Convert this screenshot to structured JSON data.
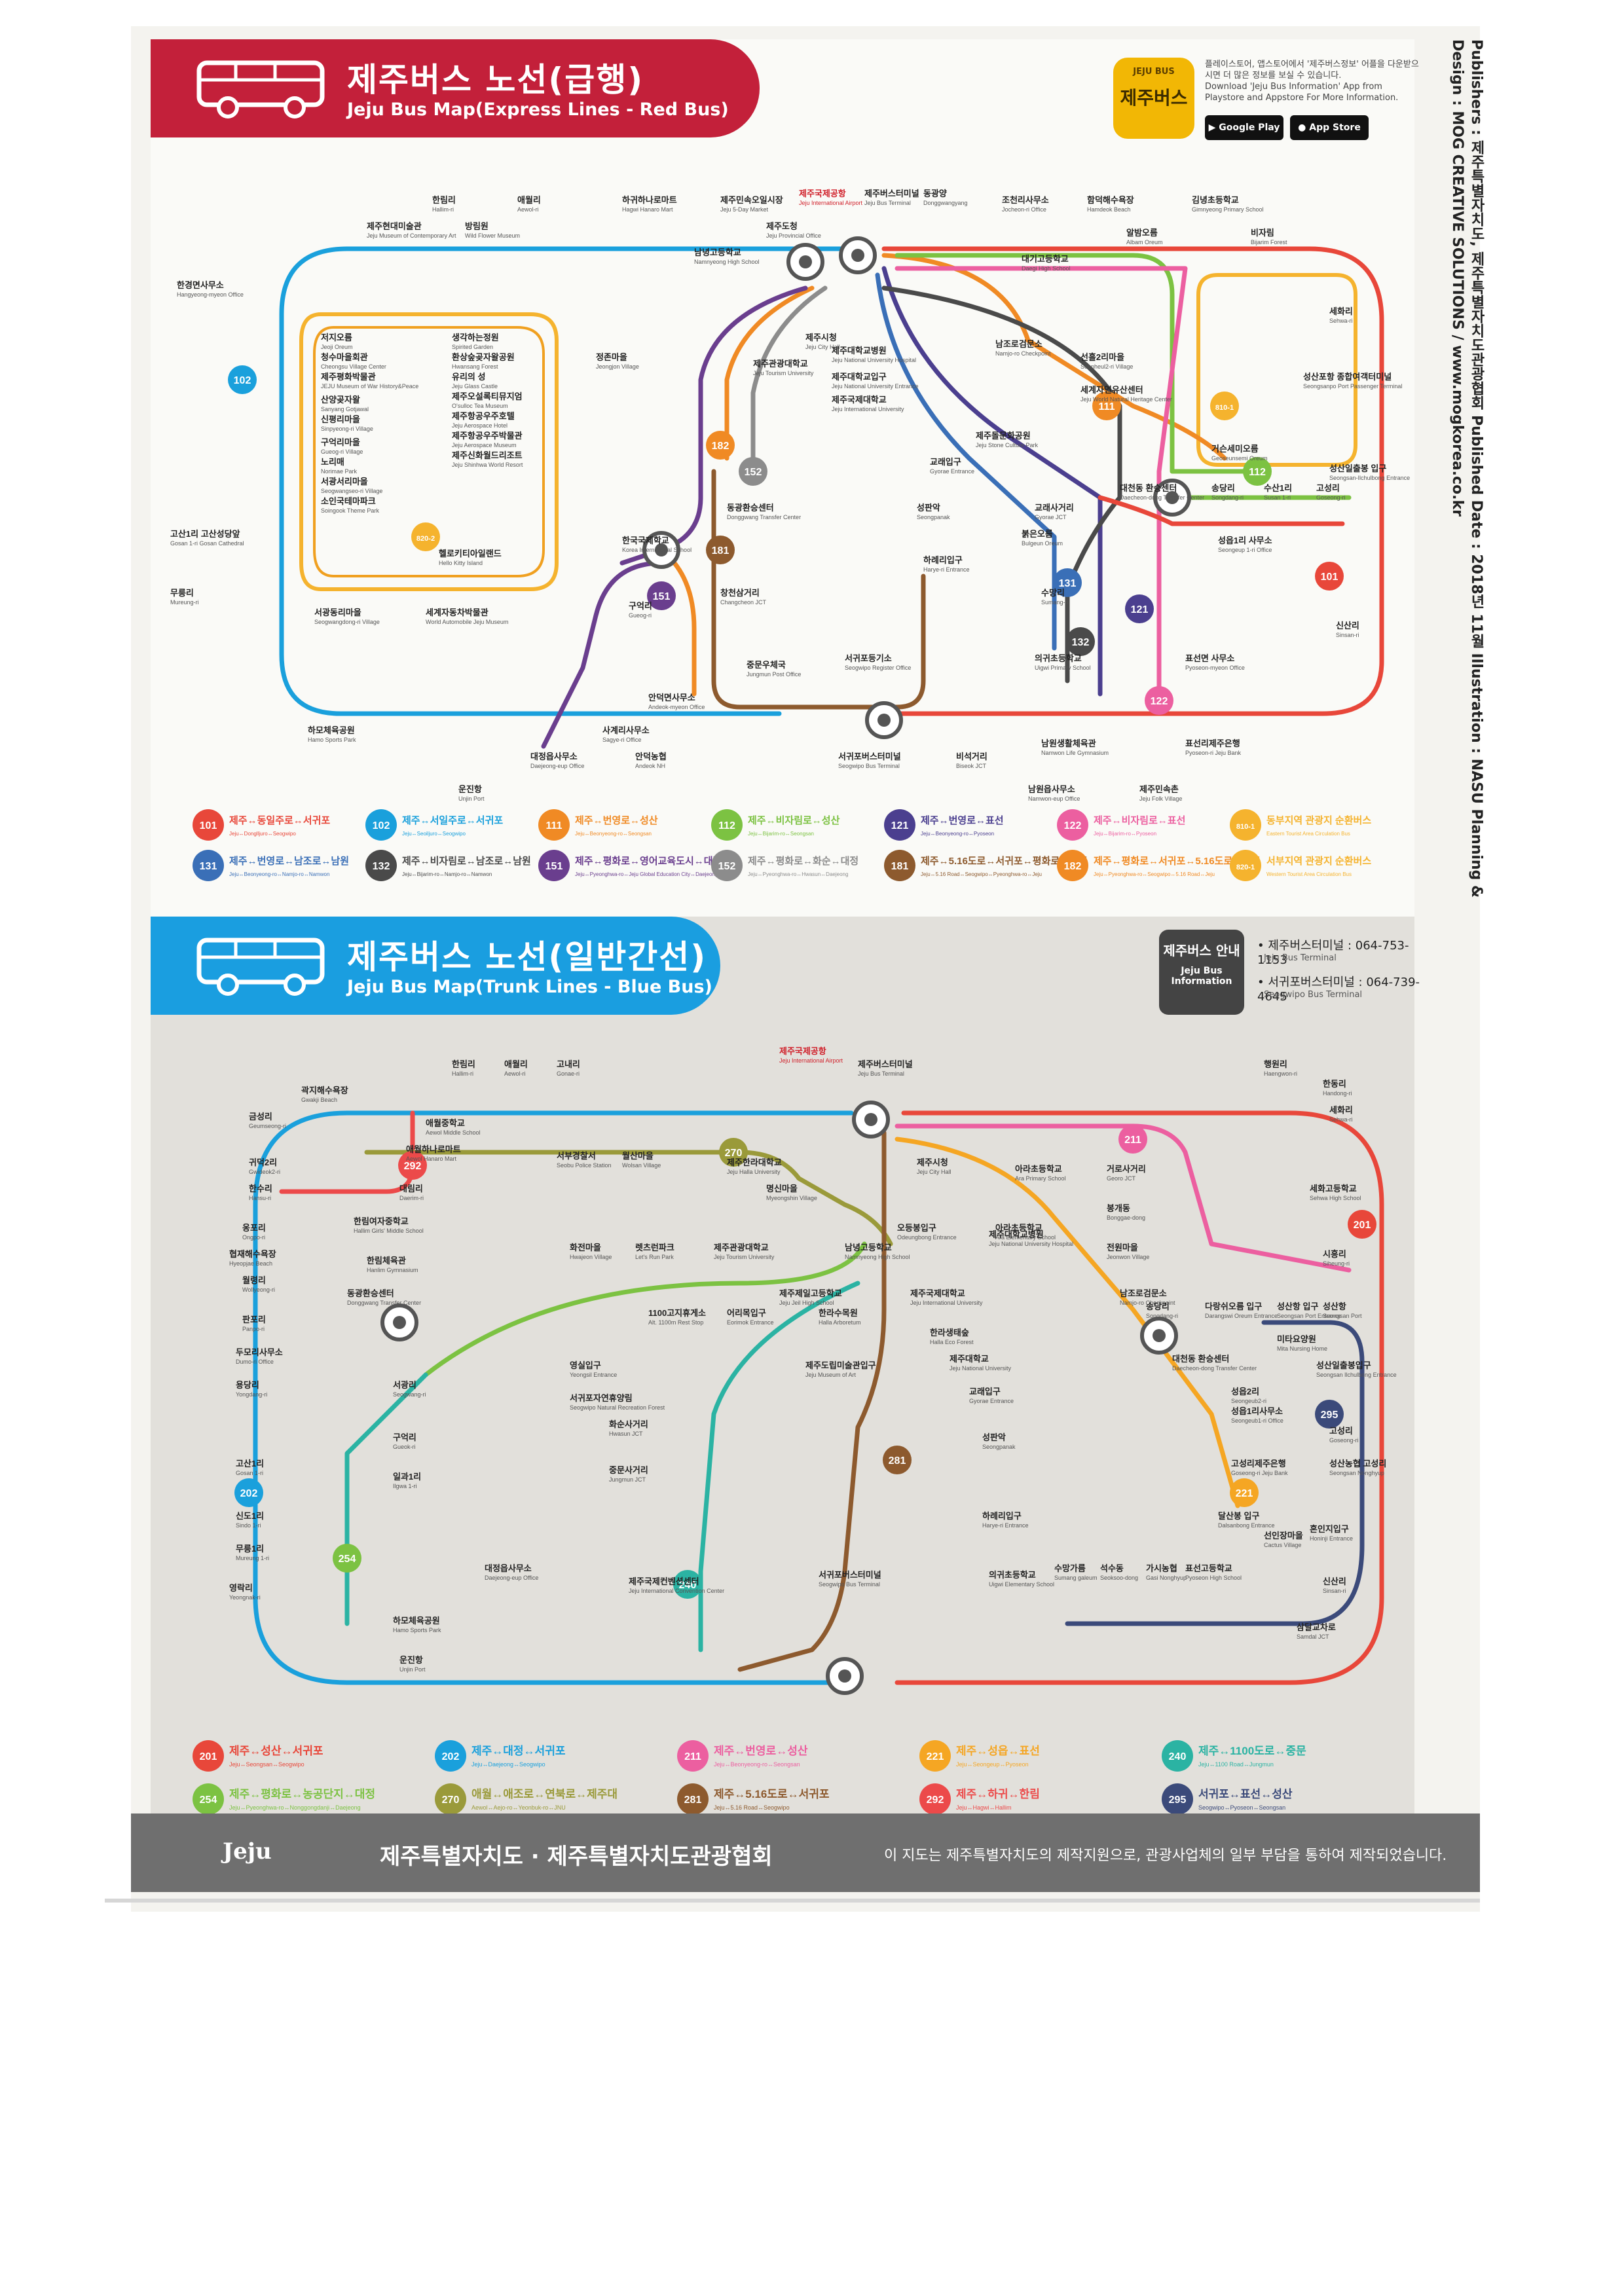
{
  "header_express": {
    "title_ko": "제주버스 노선(급행)",
    "title_en": "Jeju Bus Map(Express Lines - Red Bus)"
  },
  "app": {
    "icon_small": "JEJU BUS",
    "icon_big": "제주버스",
    "desc_ko": "플레이스토어, 앱스토어에서 '제주버스정보' 어플을 다운받으시면 더 많은 정보를 보실 수 있습니다.",
    "desc_en": "Download 'Jeju Bus Information' App from Playstore and Appstore For More Information.",
    "google": "Google Play",
    "apple": "App Store"
  },
  "side_text": "Publishers : 제주특별자치도, 제주특별자치도관광협회   Published Date : 2018년 11월   Illustration : NASU   Planning & Design : MOG CREATIVE SOLUTIONS / www.mogkorea.co.kr",
  "header_trunk": {
    "title_ko": "제주버스 노선(일반간선)",
    "title_en": "Jeju Bus Map(Trunk Lines - Blue Bus)"
  },
  "bus_info": {
    "badge_ko": "제주버스 안내",
    "badge_en": "Jeju Bus Information",
    "line1": "• 제주버스터미널 : 064-753-1153",
    "line1_en": "Jeju Bus Terminal",
    "line2": "• 서귀포버스터미널 : 064-739-4645",
    "line2_en": "Seogwipo Bus Terminal"
  },
  "express_stops": [
    {
      "ko": "한림리",
      "en": "Hallim-ri"
    },
    {
      "ko": "애월리",
      "en": "Aewol-ri"
    },
    {
      "ko": "하귀하나로마트",
      "en": "Hagwi Hanaro Mart"
    },
    {
      "ko": "제주민속오일시장",
      "en": "Jeju 5-Day Market"
    },
    {
      "ko": "제주국제공항",
      "en": "Jeju International Airport"
    },
    {
      "ko": "제주버스터미널",
      "en": "Jeju Bus Terminal"
    },
    {
      "ko": "동광양",
      "en": "Donggwangyang"
    },
    {
      "ko": "조천리사무소",
      "en": "Jocheon-ri Office"
    },
    {
      "ko": "함덕해수욕장",
      "en": "Hamdeok Beach"
    },
    {
      "ko": "김녕초등학교",
      "en": "Gimnyeong Primary School"
    },
    {
      "ko": "제주현대미술관",
      "en": "Jeju Museum of Contemporary Art"
    },
    {
      "ko": "방림원",
      "en": "Wild Flower Museum"
    },
    {
      "ko": "제주도청",
      "en": "Jeju Provincial Office"
    },
    {
      "ko": "남녕고등학교",
      "en": "Namnyeong High School"
    },
    {
      "ko": "대기고등학교",
      "en": "Daegi High School"
    },
    {
      "ko": "알밤오름",
      "en": "Albam Oreum"
    },
    {
      "ko": "비자림",
      "en": "Bijarim Forest"
    },
    {
      "ko": "한경면사무소",
      "en": "Hangyeong-myeon Office"
    },
    {
      "ko": "저지오름",
      "en": "Jeoji Oreum"
    },
    {
      "ko": "청수마을회관",
      "en": "Cheongsu Village Center"
    },
    {
      "ko": "제주평화박물관",
      "en": "JEJU Museum of War History&Peace"
    },
    {
      "ko": "산양곶자왈",
      "en": "Sanyang Gotjawal"
    },
    {
      "ko": "신평리마을",
      "en": "Sinpyeong-ri Village"
    },
    {
      "ko": "구억리마을",
      "en": "Gueog-ri Village"
    },
    {
      "ko": "노리매",
      "en": "Norimae Park"
    },
    {
      "ko": "서광서리마을",
      "en": "Seogwangseo-ri Village"
    },
    {
      "ko": "소인국테마파크",
      "en": "Soingook Theme Park"
    },
    {
      "ko": "생각하는정원",
      "en": "Spirited Garden"
    },
    {
      "ko": "환상숲곶자왈공원",
      "en": "Hwansang Forest"
    },
    {
      "ko": "유리의 성",
      "en": "Jeju Glass Castle"
    },
    {
      "ko": "제주오설록티뮤지엄",
      "en": "O'sulloc Tea Museum"
    },
    {
      "ko": "제주항공우주호텔",
      "en": "Jeju Aerospace Hotel"
    },
    {
      "ko": "제주항공우주박물관",
      "en": "Jeju Aerospace Museum"
    },
    {
      "ko": "제주신화월드리조트",
      "en": "Jeju Shinhwa World Resort"
    },
    {
      "ko": "헬로키티아일랜드",
      "en": "Hello Kitty Island"
    },
    {
      "ko": "정존마을",
      "en": "Jeongjon Village"
    },
    {
      "ko": "제주관광대학교",
      "en": "Jeju Tourism University"
    },
    {
      "ko": "제주시청",
      "en": "Jeju City Hall"
    },
    {
      "ko": "제주대학교병원",
      "en": "Jeju National University Hospital"
    },
    {
      "ko": "제주대학교입구",
      "en": "Jeju National University Entrance"
    },
    {
      "ko": "제주국제대학교",
      "en": "Jeju International University"
    },
    {
      "ko": "남조로검문소",
      "en": "Namjo-ro Checkpoint"
    },
    {
      "ko": "선흘2리마을",
      "en": "Seonheul2-ri Village"
    },
    {
      "ko": "세계자연유산센터",
      "en": "Jeju World Natural Heritage Center"
    },
    {
      "ko": "세화리",
      "en": "Sehwa-ri"
    },
    {
      "ko": "성산포항 종합여객터미널",
      "en": "Seongsanpo Port Passenger Terminal"
    },
    {
      "ko": "거슨세미오름",
      "en": "Geoseunsemi Oreum"
    },
    {
      "ko": "제주돌문화공원",
      "en": "Jeju Stone Culture Park"
    },
    {
      "ko": "교래입구",
      "en": "Gyorae Entrance"
    },
    {
      "ko": "동광환승센터",
      "en": "Donggwang Transfer Center"
    },
    {
      "ko": "대천동 환승센터",
      "en": "Daecheon-dong Transfer Center"
    },
    {
      "ko": "송당리",
      "en": "Songdang-ri"
    },
    {
      "ko": "수산1리",
      "en": "Susan 1-ri"
    },
    {
      "ko": "고성리",
      "en": "Goseong-ri"
    },
    {
      "ko": "성산일출봉 입구",
      "en": "Seongsan-Ilchulbong Entrance"
    },
    {
      "ko": "고산1리 고산성당앞",
      "en": "Gosan 1-ri Gosan Cathedral"
    },
    {
      "ko": "한국국제학교",
      "en": "Korea International School"
    },
    {
      "ko": "성판악",
      "en": "Seongpanak"
    },
    {
      "ko": "교래사거리",
      "en": "Gyorae JCT"
    },
    {
      "ko": "붉은오름",
      "en": "Bulgeun Oreum"
    },
    {
      "ko": "성읍1리 사무소",
      "en": "Seongeup 1-ri Office"
    },
    {
      "ko": "무릉리",
      "en": "Mureung-ri"
    },
    {
      "ko": "서광동리마을",
      "en": "Seogwangdong-ri Village"
    },
    {
      "ko": "세계자동차박물관",
      "en": "World Automobile Jeju Museum"
    },
    {
      "ko": "구억리",
      "en": "Gueog-ri"
    },
    {
      "ko": "창천삼거리",
      "en": "Changcheon JCT"
    },
    {
      "ko": "하례리입구",
      "en": "Harye-ri Entrance"
    },
    {
      "ko": "수망리",
      "en": "Sumang-ri"
    },
    {
      "ko": "신산리",
      "en": "Sinsan-ri"
    },
    {
      "ko": "중문우체국",
      "en": "Jungmun Post Office"
    },
    {
      "ko": "서귀포등기소",
      "en": "Seogwipo Register Office"
    },
    {
      "ko": "의귀초등학교",
      "en": "Uigwi Primary School"
    },
    {
      "ko": "표선면 사무소",
      "en": "Pyoseon-myeon Office"
    },
    {
      "ko": "안덕면사무소",
      "en": "Andeok-myeon Office"
    },
    {
      "ko": "하모체육공원",
      "en": "Hamo Sports Park"
    },
    {
      "ko": "사계리사무소",
      "en": "Sagye-ri Office"
    },
    {
      "ko": "대정읍사무소",
      "en": "Daejeong-eup Office"
    },
    {
      "ko": "안덕농협",
      "en": "Andeok NH"
    },
    {
      "ko": "서귀포버스터미널",
      "en": "Seogwipo Bus Terminal"
    },
    {
      "ko": "비석거리",
      "en": "Biseok JCT"
    },
    {
      "ko": "남원생활체육관",
      "en": "Namwon Life Gymnasium"
    },
    {
      "ko": "표선리제주은행",
      "en": "Pyoseon-ri Jeju Bank"
    },
    {
      "ko": "운진항",
      "en": "Unjin Port"
    },
    {
      "ko": "남원읍사무소",
      "en": "Namwon-eup Office"
    },
    {
      "ko": "제주민속촌",
      "en": "Jeju Folk Village"
    }
  ],
  "express_routes": [
    {
      "no": "101",
      "ko": "제주↔동일주로↔서귀포",
      "en": "Jeju↔Donglljuro↔Seogwipo",
      "color": "#e8473a"
    },
    {
      "no": "102",
      "ko": "제주↔서일주로↔서귀포",
      "en": "Jeju↔Seoiljuro↔Seogwipo",
      "color": "#1aa0dc"
    },
    {
      "no": "111",
      "ko": "제주↔번영로↔성산",
      "en": "Jeju↔Beonyeong-ro↔Seongsan",
      "color": "#f08a24"
    },
    {
      "no": "112",
      "ko": "제주↔비자림로↔성산",
      "en": "Jeju↔Bijarim-ro↔Seongsan",
      "color": "#7cc242"
    },
    {
      "no": "121",
      "ko": "제주↔번영로↔표선",
      "en": "Jeju↔Beonyeong-ro↔Pyoseon",
      "color": "#4b3f8f"
    },
    {
      "no": "122",
      "ko": "제주↔비자림로↔표선",
      "en": "Jeju↔Bijarim-ro↔Pyoseon",
      "color": "#ec5fa0"
    },
    {
      "no": "810-1",
      "ko": "동부지역 관광지 순환버스",
      "en": "Eastern Tourist Area Circulation Bus",
      "color": "#f5b32e"
    },
    {
      "no": "131",
      "ko": "제주↔번영로↔남조로↔남원",
      "en": "Jeju↔Beonyeong-ro↔Namjo-ro↔Namwon",
      "color": "#3a6fb7"
    },
    {
      "no": "132",
      "ko": "제주↔비자림로↔남조로↔남원",
      "en": "Jeju↔Bijarim-ro↔Namjo-ro↔Namwon",
      "color": "#4a4a4a"
    },
    {
      "no": "151",
      "ko": "제주↔평화로↔영어교육도시↔대정",
      "en": "Jeju↔Pyeonghwa-ro↔Jeju Global Education City↔Daejeong",
      "color": "#6a3e8e"
    },
    {
      "no": "152",
      "ko": "제주↔평화로↔화순↔대정",
      "en": "Jeju↔Pyeonghwa-ro↔Hwasun↔Daejeong",
      "color": "#8c8c8c"
    },
    {
      "no": "181",
      "ko": "제주↔5.16도로↔서귀포↔평화로↔제주",
      "en": "Jeju↔5.16 Road↔Seogwipo↔Pyeonghwa-ro↔Jeju",
      "color": "#8d5a2e"
    },
    {
      "no": "182",
      "ko": "제주↔평화로↔서귀포↔5.16도로↔제주",
      "en": "Jeju↔Pyeonghwa-ro↔Seogwipo↔5.16 Road↔Jeju",
      "color": "#f08a24"
    },
    {
      "no": "820-1",
      "ko": "서부지역 관광지 순환버스",
      "en": "Western Tourist Area Circulation Bus",
      "color": "#f5b32e"
    }
  ],
  "trunk_stops": [
    {
      "ko": "한림리",
      "en": "Hallim-ri"
    },
    {
      "ko": "애월리",
      "en": "Aewol-ri"
    },
    {
      "ko": "고내리",
      "en": "Gonae-ri"
    },
    {
      "ko": "제주버스터미널",
      "en": "Jeju Bus Terminal"
    },
    {
      "ko": "제주국제공항",
      "en": "Jeju International Airport"
    },
    {
      "ko": "행원리",
      "en": "Haengwon-ri"
    },
    {
      "ko": "한동리",
      "en": "Handong-ri"
    },
    {
      "ko": "세화리",
      "en": "Sehwa-ri"
    },
    {
      "ko": "곽지해수욕장",
      "en": "Gwakji Beach"
    },
    {
      "ko": "금성리",
      "en": "Geumseong-ri"
    },
    {
      "ko": "애월중학교",
      "en": "Aewol Middle School"
    },
    {
      "ko": "애월하나로마트",
      "en": "Aewol Hanaro Mart"
    },
    {
      "ko": "서부경찰서",
      "en": "Seobu Police Station"
    },
    {
      "ko": "월산마을",
      "en": "Wolsan Village"
    },
    {
      "ko": "제주한라대학교",
      "en": "Jeju Halla University"
    },
    {
      "ko": "제주시청",
      "en": "Jeju City Hall"
    },
    {
      "ko": "아라초등학교",
      "en": "Ara Primary School"
    },
    {
      "ko": "거로사거리",
      "en": "Georo JCT"
    },
    {
      "ko": "귀덕2리",
      "en": "Gwideok2-ri"
    },
    {
      "ko": "한수리",
      "en": "Hansu-ri"
    },
    {
      "ko": "대림리",
      "en": "Daerim-ri"
    },
    {
      "ko": "명신마을",
      "en": "Myeongshin Village"
    },
    {
      "ko": "봉개동",
      "en": "Bonggae-dong"
    },
    {
      "ko": "세화고등학교",
      "en": "Sehwa High School"
    },
    {
      "ko": "한림여자중학교",
      "en": "Hallim Girls' Middle School"
    },
    {
      "ko": "옹포리",
      "en": "Ongpo-ri"
    },
    {
      "ko": "오등봉입구",
      "en": "Odeungbong Entrance"
    },
    {
      "ko": "아라초등학교",
      "en": "Ara Elementary School"
    },
    {
      "ko": "제주대학교병원",
      "en": "Jeju National University Hospital"
    },
    {
      "ko": "전원마을",
      "en": "Jeonwon Village"
    },
    {
      "ko": "협재해수욕장",
      "en": "Hyeopjae Beach"
    },
    {
      "ko": "한림체육관",
      "en": "Hanlim Gymnasium"
    },
    {
      "ko": "화전마을",
      "en": "Hwajeon Village"
    },
    {
      "ko": "렛츠런파크",
      "en": "Let's Run Park"
    },
    {
      "ko": "제주관광대학교",
      "en": "Jeju Tourism University"
    },
    {
      "ko": "남녕고등학교",
      "en": "Namnyeong High School"
    },
    {
      "ko": "시흥리",
      "en": "Siheung-ri"
    },
    {
      "ko": "월령리",
      "en": "Wollyeong-ri"
    },
    {
      "ko": "동광환승센터",
      "en": "Donggwang Transfer Center"
    },
    {
      "ko": "제주제일고등학교",
      "en": "Jeju Jeil High School"
    },
    {
      "ko": "제주국제대학교",
      "en": "Jeju International University"
    },
    {
      "ko": "남조로검문소",
      "en": "Namjo-ro Checkpoint"
    },
    {
      "ko": "송당리",
      "en": "Songdang-ri"
    },
    {
      "ko": "다랑쉬오름 입구",
      "en": "Darangswi Oreum Entrance"
    },
    {
      "ko": "성산항 입구",
      "en": "Seongsan Port Entrance"
    },
    {
      "ko": "성산항",
      "en": "Seongsan Port"
    },
    {
      "ko": "판포리",
      "en": "Panpo-ri"
    },
    {
      "ko": "1100고지휴게소",
      "en": "Alt. 1100m Rest Stop"
    },
    {
      "ko": "어리목입구",
      "en": "Eorimok Entrance"
    },
    {
      "ko": "한라수목원",
      "en": "Halla Arboretum"
    },
    {
      "ko": "한라생태숲",
      "en": "Halla Eco Forest"
    },
    {
      "ko": "제주대학교",
      "en": "Jeju National University"
    },
    {
      "ko": "대천동 환승센터",
      "en": "Daecheon-dong Transfer Center"
    },
    {
      "ko": "미타요양원",
      "en": "Mita Nursing Home"
    },
    {
      "ko": "두모리사무소",
      "en": "Dumo-ri Office"
    },
    {
      "ko": "영실입구",
      "en": "Yeongsil Entrance"
    },
    {
      "ko": "제주도립미술관입구",
      "en": "Jeju Museum of Art"
    },
    {
      "ko": "성산일출봉입구",
      "en": "Seongsan Ilchulbong Entrance"
    },
    {
      "ko": "용당리",
      "en": "Yongdang-ri"
    },
    {
      "ko": "서광리",
      "en": "Seogwang-ri"
    },
    {
      "ko": "서귀포자연휴양림",
      "en": "Seogwipo Natural Recreation Forest"
    },
    {
      "ko": "교래입구",
      "en": "Gyorae Entrance"
    },
    {
      "ko": "성읍2리",
      "en": "Seongeub2-ri"
    },
    {
      "ko": "성읍1리사무소",
      "en": "Seongeub1-ri Office"
    },
    {
      "ko": "구억리",
      "en": "Gueok-ri"
    },
    {
      "ko": "화순사거리",
      "en": "Hwasun JCT"
    },
    {
      "ko": "성판악",
      "en": "Seongpanak"
    },
    {
      "ko": "고성리",
      "en": "Goseong-ri"
    },
    {
      "ko": "성산농협 고성리",
      "en": "Seongsan Nonghyup"
    },
    {
      "ko": "고산1리",
      "en": "Gosan 1-ri"
    },
    {
      "ko": "일과1리",
      "en": "Ilgwa 1-ri"
    },
    {
      "ko": "중문사거리",
      "en": "Jungmun JCT"
    },
    {
      "ko": "고성리제주은행",
      "en": "Goseong-ri Jeju Bank"
    },
    {
      "ko": "신도1리",
      "en": "Sindo 1-ri"
    },
    {
      "ko": "하례리입구",
      "en": "Harye-ri Entrance"
    },
    {
      "ko": "달산봉 입구",
      "en": "Dalsanbong Entrance"
    },
    {
      "ko": "선인장마을",
      "en": "Cactus Village"
    },
    {
      "ko": "혼인지입구",
      "en": "Honinji Entrance"
    },
    {
      "ko": "무릉1리",
      "en": "Mureung 1-ri"
    },
    {
      "ko": "대정읍사무소",
      "en": "Daejeong-eup Office"
    },
    {
      "ko": "제주국제컨벤션센터",
      "en": "Jeju International Convention Center"
    },
    {
      "ko": "서귀포버스터미널",
      "en": "Seogwipo Bus Terminal"
    },
    {
      "ko": "의귀초등학교",
      "en": "Uigwi Elementary School"
    },
    {
      "ko": "수망가름",
      "en": "Sumang galeum"
    },
    {
      "ko": "석수동",
      "en": "Seoksoo-dong"
    },
    {
      "ko": "가시농협",
      "en": "Gasi Nonghyup"
    },
    {
      "ko": "표선고등학교",
      "en": "Pyoseon High School"
    },
    {
      "ko": "영락리",
      "en": "Yeongnak-ri"
    },
    {
      "ko": "신산리",
      "en": "Sinsan-ri"
    },
    {
      "ko": "하모체육공원",
      "en": "Hamo Sports Park"
    },
    {
      "ko": "삼달교차로",
      "en": "Samdal JCT"
    },
    {
      "ko": "운진항",
      "en": "Unjin Port"
    }
  ],
  "trunk_routes": [
    {
      "no": "201",
      "ko": "제주↔성산↔서귀포",
      "en": "Jeju↔Seongsan↔Seogwipo",
      "color": "#e8473a"
    },
    {
      "no": "202",
      "ko": "제주↔대정↔서귀포",
      "en": "Jeju↔Daejeong↔Seogwipo",
      "color": "#1aa0dc"
    },
    {
      "no": "211",
      "ko": "제주↔번영로↔성산",
      "en": "Jeju↔Beonyeong-ro↔Seongsan",
      "color": "#ec5fa0"
    },
    {
      "no": "221",
      "ko": "제주↔성읍↔표선",
      "en": "Jeju↔Seongeup↔Pyoseon",
      "color": "#f5a623"
    },
    {
      "no": "240",
      "ko": "제주↔1100도로↔중문",
      "en": "Jeju↔1100 Road↔Jungmun",
      "color": "#2bb3a3"
    },
    {
      "no": "254",
      "ko": "제주↔평화로↔농공단지↔대정",
      "en": "Jeju↔Pyeonghwa-ro↔Nonggongdanji↔Daejeong",
      "color": "#7cc242"
    },
    {
      "no": "270",
      "ko": "애월↔애조로↔연북로↔제주대",
      "en": "Aewol↔Aejo-ro↔Yeonbuk-ro↔JNU",
      "color": "#9a9a3a"
    },
    {
      "no": "281",
      "ko": "제주↔5.16도로↔서귀포",
      "en": "Jeju↔5.16 Road↔Seogwipo",
      "color": "#8d5a2e"
    },
    {
      "no": "292",
      "ko": "제주↔하귀↔한림",
      "en": "Jeju↔Hagwi↔Hallim",
      "color": "#ec4a4a"
    },
    {
      "no": "295",
      "ko": "서귀포↔표선↔성산",
      "en": "Seogwipo↔Pyoseon↔Seongsan",
      "color": "#3b4a7a"
    }
  ],
  "footer": {
    "logo": "Jeju",
    "org": "제주특별자치도 · 제주특별자치도관광협회",
    "note": "이 지도는 제주특별자치도의 제작지원으로, 관광사업체의 일부 부담을 통하여 제작되었습니다."
  },
  "icons": [
    "bus-icon",
    "google-play-icon",
    "app-store-icon",
    "transfer-hub-icon"
  ]
}
